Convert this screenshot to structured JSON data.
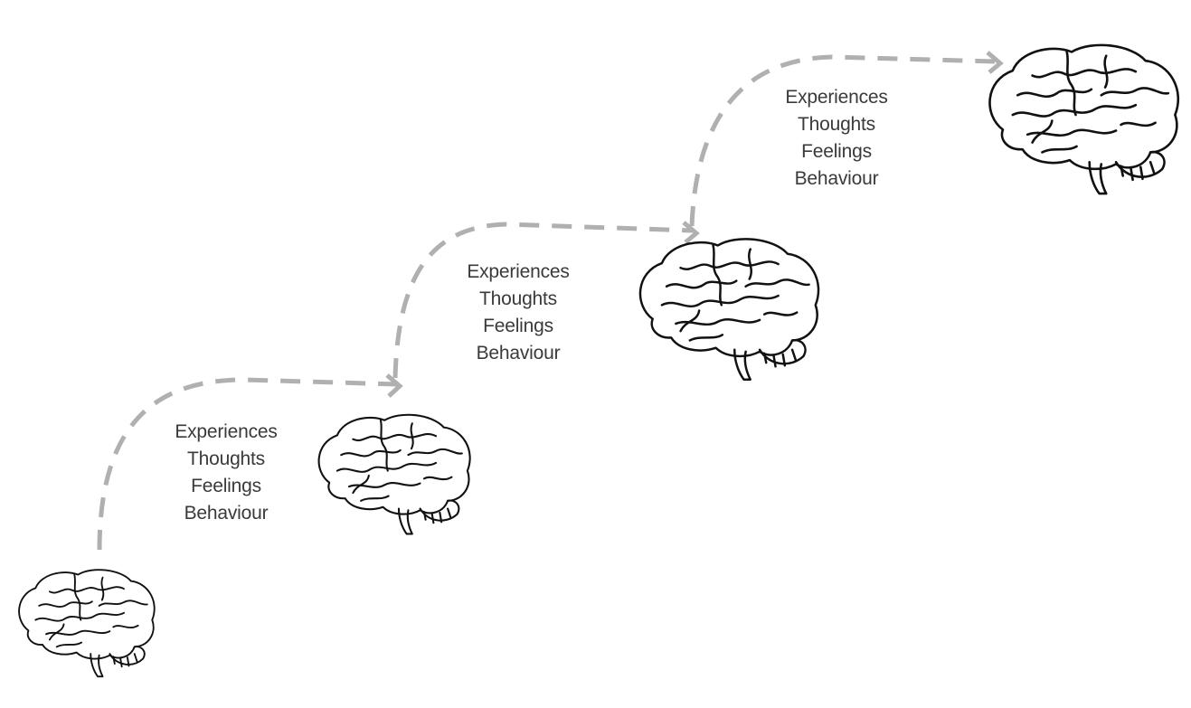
{
  "diagram": {
    "stages": [
      {
        "lines": [
          "Experiences",
          "Thoughts",
          "Feelings",
          "Behaviour"
        ]
      },
      {
        "lines": [
          "Experiences",
          "Thoughts",
          "Feelings",
          "Behaviour"
        ]
      },
      {
        "lines": [
          "Experiences",
          "Thoughts",
          "Feelings",
          "Behaviour"
        ]
      }
    ],
    "brain_count": 4,
    "arrow_color": "#b0b0b0",
    "brain_stroke_color": "#111111",
    "text_color": "#3a3a3a"
  }
}
